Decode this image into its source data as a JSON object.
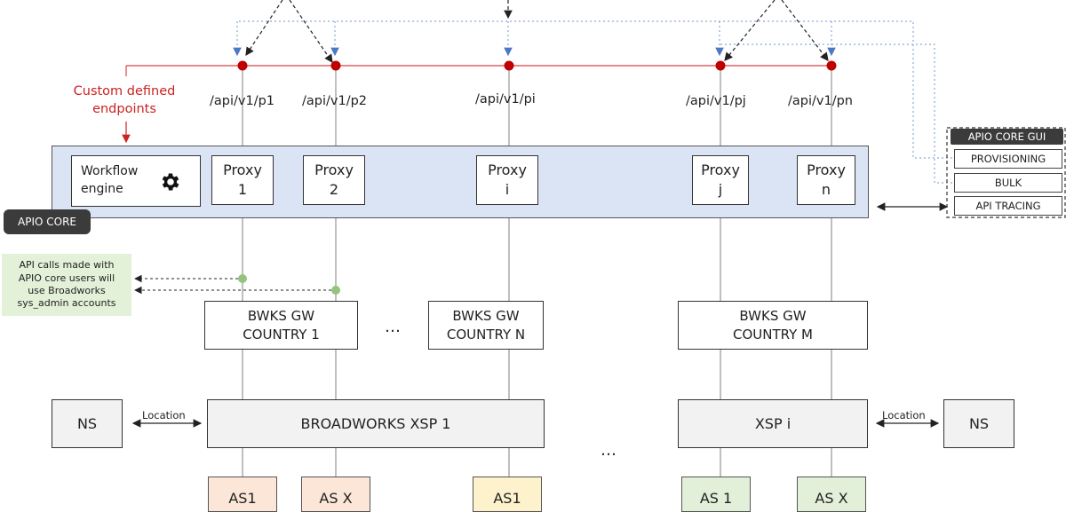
{
  "custom_endpoints_label": "Custom defined\nendpoints",
  "endpoints": [
    "/api/v1/p1",
    "/api/v1/p2",
    "/api/v1/pi",
    "/api/v1/pj",
    "/api/v1/pn"
  ],
  "core": {
    "workflow_label": "Workflow\nengine",
    "workflow_icon": "gear-icon",
    "proxies": [
      "Proxy\n1",
      "Proxy\n2",
      "Proxy\ni",
      "Proxy\nj",
      "Proxy\nn"
    ],
    "tag": "APIO  CORE"
  },
  "gui": {
    "title": "APIO  CORE GUI",
    "buttons": [
      "PROVISIONING",
      "BULK",
      "API TRACING"
    ]
  },
  "note": "API calls made with\nAPIO core users will\nuse Broadworks\nsys_admin accounts",
  "gateways": [
    "BWKS GW\nCOUNTRY 1",
    "BWKS GW\nCOUNTRY N",
    "BWKS GW\nCOUNTRY M"
  ],
  "gateway_ellipsis": "…",
  "xsp": {
    "left": "BROADWORKS XSP 1",
    "right": "XSP i",
    "ellipsis": "…"
  },
  "ns": {
    "left": "NS",
    "right": "NS",
    "location_left": "Location",
    "location_right": "Location"
  },
  "as_boxes": [
    "AS1",
    "AS X",
    "AS1",
    "AS 1",
    "AS X"
  ],
  "colors": {
    "core_band": "#dbe4f4",
    "endpoint_dot": "#c00000",
    "red_line": "#e06060",
    "tap_dot": "#93c47d",
    "dotted_blue": "#8aa9d6",
    "note_bg": "#e3f1d8"
  }
}
